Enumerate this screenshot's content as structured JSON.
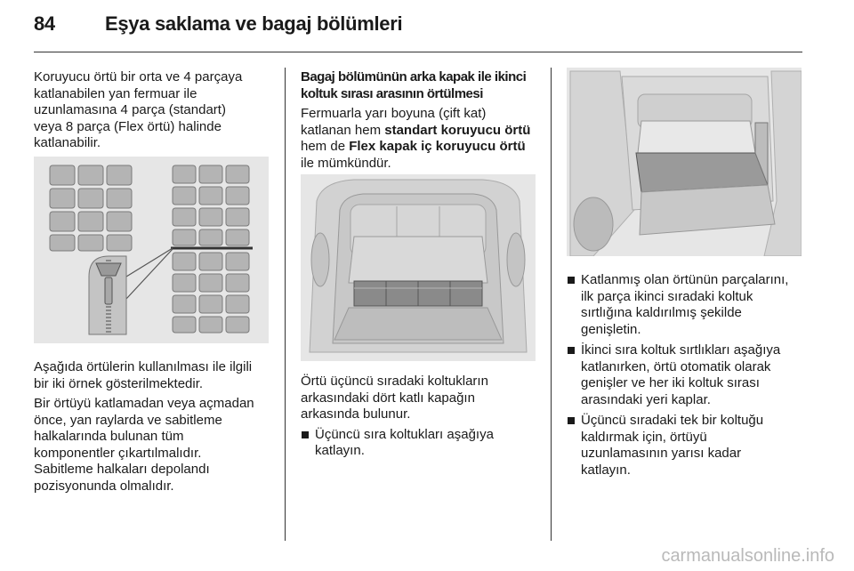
{
  "header": {
    "page_number": "84",
    "title": "Eşya saklama ve bagaj bölümleri"
  },
  "col1": {
    "intro": [
      "Koruyucu örtü bir orta ve 4 parçaya",
      "katlanabilen yan fermuar ile",
      "uzunlamasına 4 parça (standart)",
      "veya 8 parça (Flex örtü) halinde",
      "katlanabilir."
    ],
    "p2": [
      "Aşağıda örtülerin kullanılması ile ilgili",
      "bir iki örnek gösterilmektedir."
    ],
    "p3": [
      "Bir örtüyü katlamadan veya açmadan",
      "önce, yan raylarda ve sabitleme",
      "halkalarında bulunan tüm",
      "komponentler çıkartılmalıdır.",
      "Sabitleme halkaları depolandı",
      "pozisyonunda olmalıdır."
    ]
  },
  "col2": {
    "heading": [
      "Bagaj bölümünün arka kapak ile ikinci",
      "koltuk sırası arasının örtülmesi"
    ],
    "text_pre": [
      "Fermuarla yarı boyuna (çift kat)",
      "katlanan hem "
    ],
    "bold1": "standart koruyucu örtü",
    "text_mid": "hem de ",
    "bold2": "Flex kapak iç koruyucu örtü",
    "text_post": "ile mümkündür.",
    "p2": [
      "Örtü üçüncü sıradaki koltukların",
      "arkasındaki dört katlı kapağın",
      "arkasında bulunur."
    ],
    "bullet1": [
      "Üçüncü sıra koltukları aşağıya",
      "katlayın."
    ]
  },
  "col3": {
    "bullets": [
      [
        "Katlanmış olan örtünün parçalarını,",
        "ilk parça ikinci sıradaki koltuk",
        "sırtlığına kaldırılmış şekilde",
        "genişletin."
      ],
      [
        "İkinci sıra koltuk sırtlıkları aşağıya",
        "katlanırken, örtü otomatik olarak",
        "genişler ve her iki koltuk sırası",
        "arasındaki yeri kaplar."
      ],
      [
        "Üçüncü sıradaki tek bir koltuğu",
        "kaldırmak için, örtüyü",
        "uzunlamasının yarısı kadar",
        "katlayın."
      ]
    ]
  },
  "watermark": "carmanualsonline.info",
  "colors": {
    "text": "#1a1a1a",
    "figure_bg": "#e6e6e6",
    "watermark": "#b9b9b9"
  },
  "icons": [
    "zipper-illustration",
    "trunk-cover-illustration",
    "bullet-square"
  ]
}
